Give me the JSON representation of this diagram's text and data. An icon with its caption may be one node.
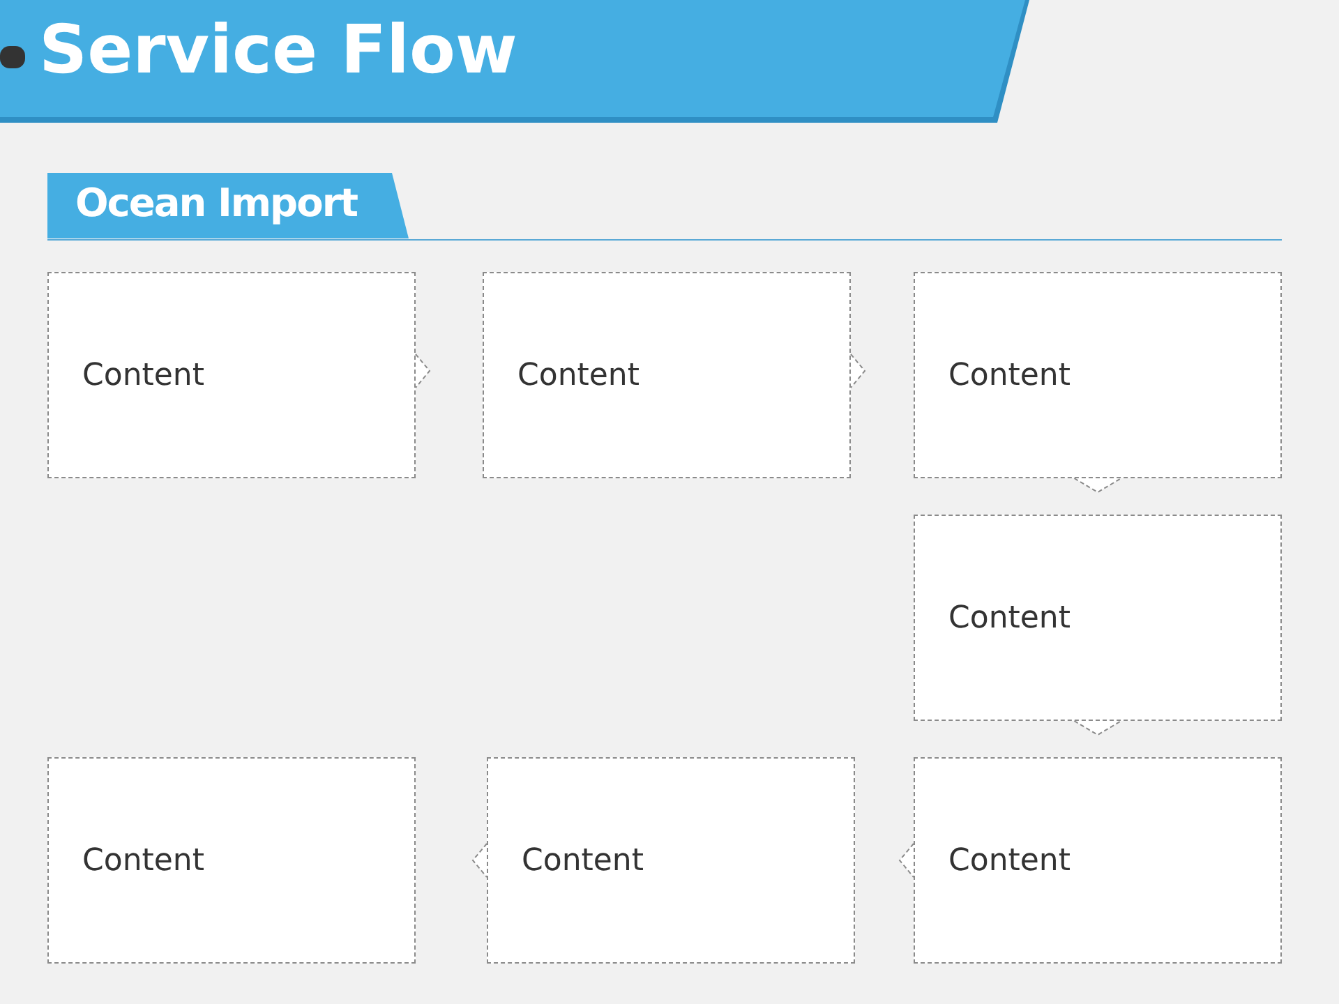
{
  "diagram": {
    "title": "Service Flow",
    "nodes": [
      {
        "text": [
          "Content"
        ]
      },
      {
        "text": [
          "Content"
        ]
      },
      {
        "text": [
          "Content"
        ]
      },
      {
        "text": [
          "Content"
        ]
      },
      {
        "text": [
          "Content"
        ]
      },
      {
        "text": [
          "Content"
        ]
      },
      {
        "text": [
          "Content"
        ]
      }
    ],
    "edges": [
      {
        "from": 0,
        "to": 1,
        "arrow": "to"
      },
      {
        "from": 1,
        "to": 2,
        "arrow": "to"
      },
      {
        "from": 2,
        "to": 3,
        "arrow": "to"
      },
      {
        "from": 3,
        "to": 6,
        "arrow": "to"
      },
      {
        "from": 6,
        "to": 5,
        "arrow": "to"
      },
      {
        "from": 5,
        "to": 4,
        "arrow": "to"
      }
    ],
    "labels": [
      "Ocean Import"
    ]
  }
}
